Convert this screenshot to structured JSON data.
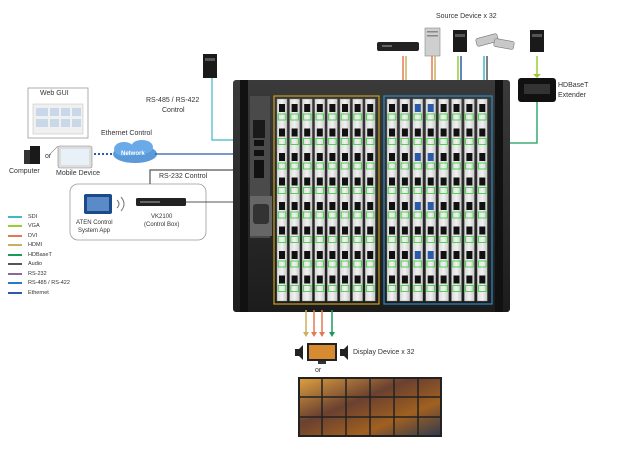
{
  "labels": {
    "source": "Source Device x 32",
    "hdbaset": "HDBaseT",
    "extender": "Extender",
    "rs485": "RS-485 / RS-422",
    "control": "Control",
    "webgui": "Web GUI",
    "ethernet": "Ethernet Control",
    "network": "Network",
    "or1": "or",
    "computer": "Computer",
    "mobile": "Mobile Device",
    "rs232": "RS-232 Control",
    "aten1": "ATEN Control",
    "aten2": "System App",
    "vk1": "VK2100",
    "vk2": "(Control Box)",
    "display": "Display Device x 32",
    "or2": "or"
  },
  "legend": [
    {
      "label": "SDI",
      "color": "#3fb8c9"
    },
    {
      "label": "VGA",
      "color": "#9acd32"
    },
    {
      "label": "DVI",
      "color": "#e07a50"
    },
    {
      "label": "HDMI",
      "color": "#c8b060"
    },
    {
      "label": "HDBaseT",
      "color": "#1a9a5a"
    },
    {
      "label": "Audio",
      "color": "#555555"
    },
    {
      "label": "RS-232",
      "color": "#8a6a9a"
    },
    {
      "label": "RS-485 / RS-422",
      "color": "#2a7ac8"
    },
    {
      "label": "Ethernet",
      "color": "#2a5aa8"
    }
  ]
}
